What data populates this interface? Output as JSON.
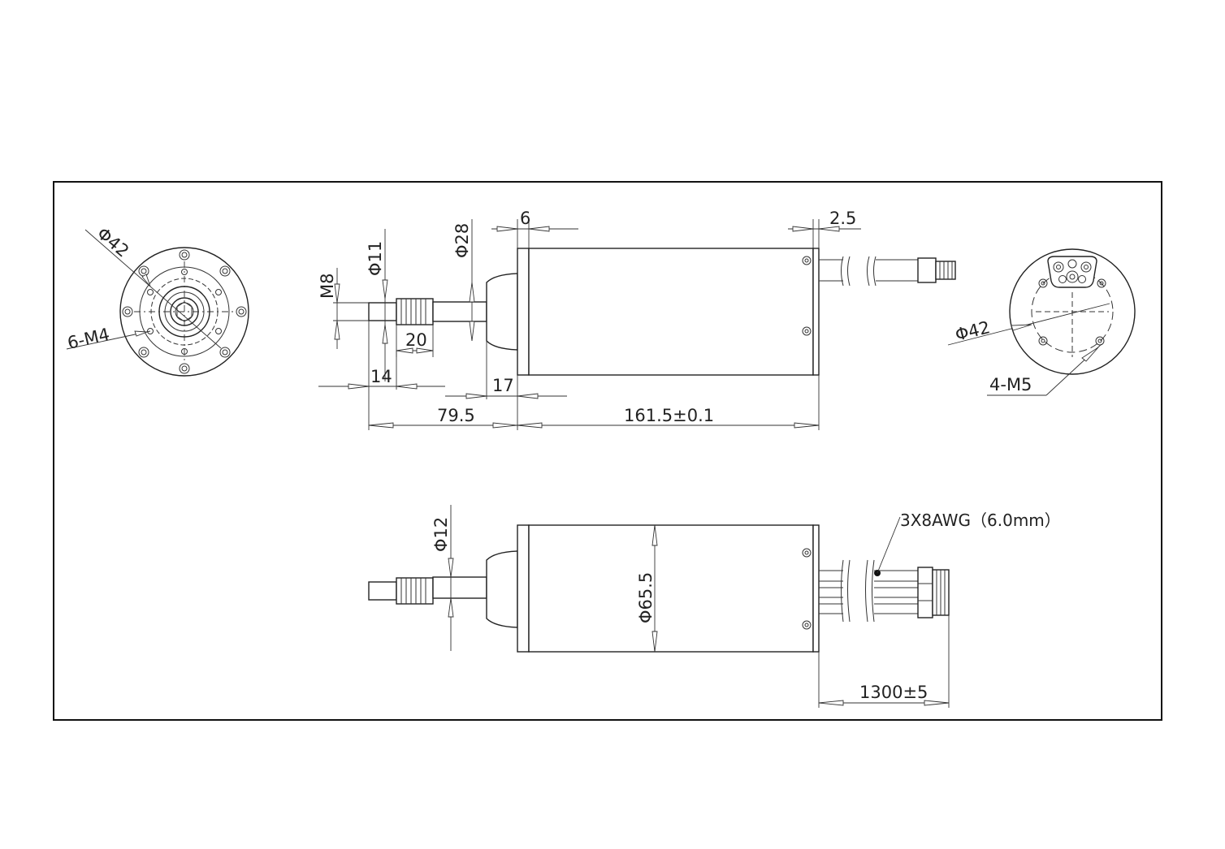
{
  "dimensions": {
    "front_pcd": "Φ42",
    "front_holes": "6-M4",
    "shaft_thread": "M8",
    "shaft_dia_small": "Φ11",
    "nose_dia": "Φ28",
    "flange_width": "6",
    "end_cap_width": "2.5",
    "spline_length": "20",
    "thread_length": "14",
    "nose_length": "17",
    "front_length": "79.5",
    "body_length": "161.5±0.1",
    "rear_pcd": "Φ42",
    "rear_holes": "4-M5",
    "shaft_dia_large": "Φ12",
    "body_dia": "Φ65.5",
    "cable_spec": "3X8AWG（6.0mm）",
    "cable_length": "1300±5"
  }
}
